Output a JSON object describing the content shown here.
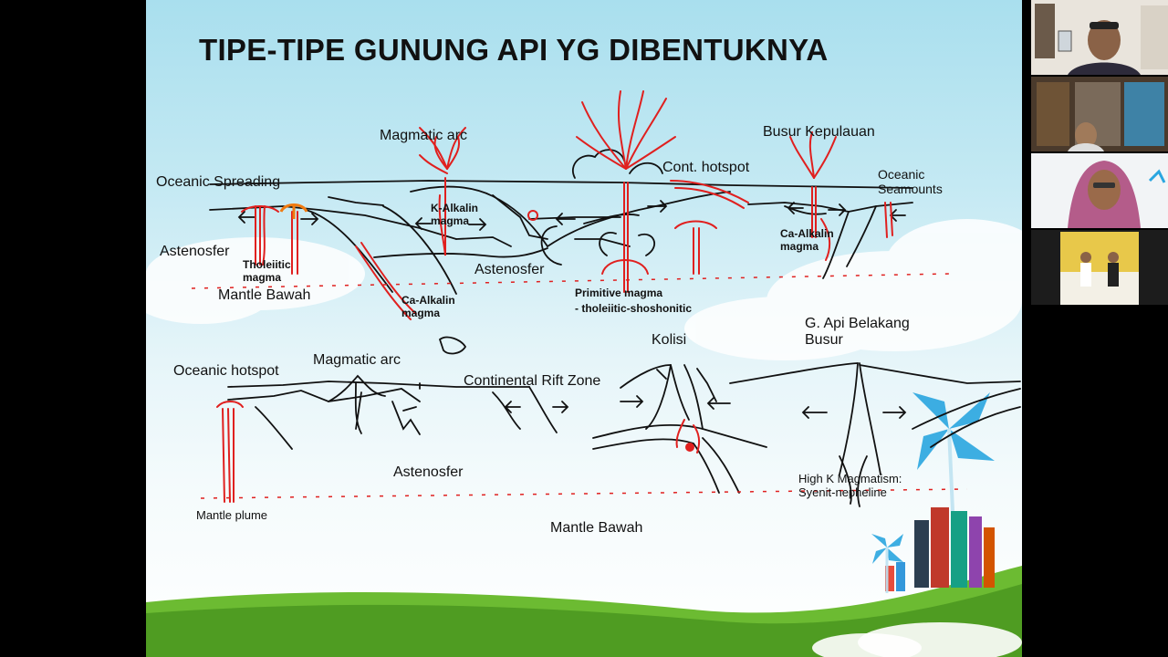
{
  "slide": {
    "title": "TIPE-TIPE GUNUNG API YG DIBENTUKNYA",
    "labels": {
      "magmatic_arc_top": "Magmatic arc",
      "busur_kepulauan": "Busur Kepulauan",
      "oceanic_spreading": "Oceanic Spreading",
      "cont_hotspot": "Cont. hotspot",
      "oceanic_seamounts": "Oceanic Seamounts",
      "k_alkalin_magma": "K-Alkalin magma",
      "ca_alkalin_magma_right": "Ca-Alkalin magma",
      "astenosfer_left": "Astenosfer",
      "tholeiitic_magma": "Tholeiitic magma",
      "astenosfer_mid": "Astenosfer",
      "mantle_bawah_top": "Mantle Bawah",
      "ca_alkalin_magma_left": "Ca-Alkalin magma",
      "primitive_magma": "Primitive magma",
      "tholeiitic_shoshonitic": "- tholeiitic-shoshonitic",
      "g_api_belakang_busur": "G. Api Belakang Busur",
      "kolisi": "Kolisi",
      "oceanic_hotspot": "Oceanic hotspot",
      "magmatic_arc_bottom": "Magmatic arc",
      "continental_rift_zone": "Continental Rift Zone",
      "astenosfer_bottom": "Astenosfer",
      "high_k_magmatism": "High K Magmatism: Syenit-nepheline",
      "mantle_plume": "Mantle plume",
      "mantle_bawah_bottom": "Mantle Bawah"
    }
  },
  "colors": {
    "ink": "#111111",
    "magma_red": "#e0201f",
    "hotspot_orange": "#f07a10",
    "grass_green": "#5fae2a",
    "sky_blue": "#a9dfee",
    "pinwheel_blue": "#2aa6e0",
    "video_background": "#000000"
  },
  "participants": [
    {
      "icon": "participant-video-icon"
    },
    {
      "icon": "participant-video-icon"
    },
    {
      "icon": "participant-video-icon"
    },
    {
      "icon": "participant-video-icon"
    }
  ]
}
